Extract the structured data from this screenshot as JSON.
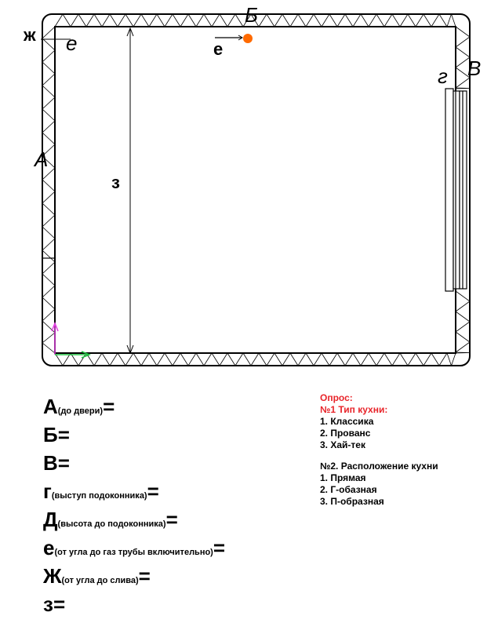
{
  "plan": {
    "wall_a": "А",
    "wall_b": "Б",
    "wall_v": "В",
    "g_mark": "г",
    "e_mark": "е",
    "zh_label": "ж",
    "e_label": "е",
    "height_label": "з",
    "colors": {
      "gas_pipe": "#ff6a00",
      "axis_y": "#e040e0",
      "axis_x": "#20c040"
    }
  },
  "form": {
    "rows": [
      {
        "letter": "А",
        "note": "(до двери)",
        "eq": "="
      },
      {
        "letter": "Б",
        "note": "",
        "eq": "="
      },
      {
        "letter": "В",
        "note": "",
        "eq": "="
      },
      {
        "letter": "г",
        "note": "(выступ подоконника)",
        "eq": "="
      },
      {
        "letter": "Д",
        "note": "(высота до подоконника)",
        "eq": "="
      },
      {
        "letter": "е",
        "note": "(от угла до газ трубы включительно)",
        "eq": "="
      },
      {
        "letter": "Ж",
        "note": "(от угла до слива)",
        "eq": "="
      },
      {
        "letter": "з",
        "note": "",
        "eq": "="
      }
    ]
  },
  "survey": {
    "title": "Опрос:",
    "q1": "№1 Тип кухни:",
    "q1_options": [
      "1. Классика",
      "2. Прованс",
      "3. Хай-тек"
    ],
    "q2": "№2. Расположение кухни",
    "q2_options": [
      "1. Прямая",
      "2. Г-обазная",
      "3. П-образная"
    ]
  }
}
